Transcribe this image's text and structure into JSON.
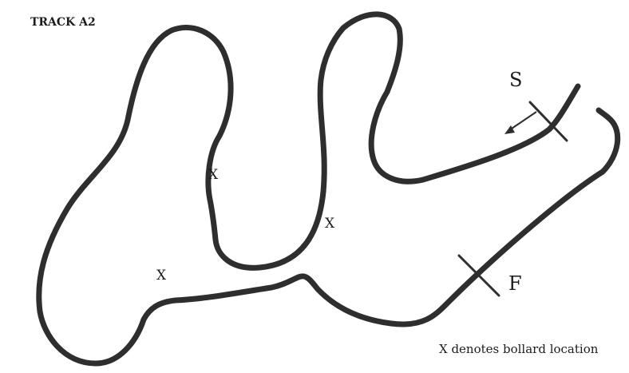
{
  "title": "TRACK A2",
  "start_label": "S",
  "finish_label": "F",
  "bollards": [
    {
      "label": "X"
    },
    {
      "label": "X"
    },
    {
      "label": "X"
    }
  ],
  "legend": "X denotes bollard location",
  "colors": {
    "track": "#2e2e2e",
    "text": "#1c1c1c",
    "background": "#ffffff"
  }
}
